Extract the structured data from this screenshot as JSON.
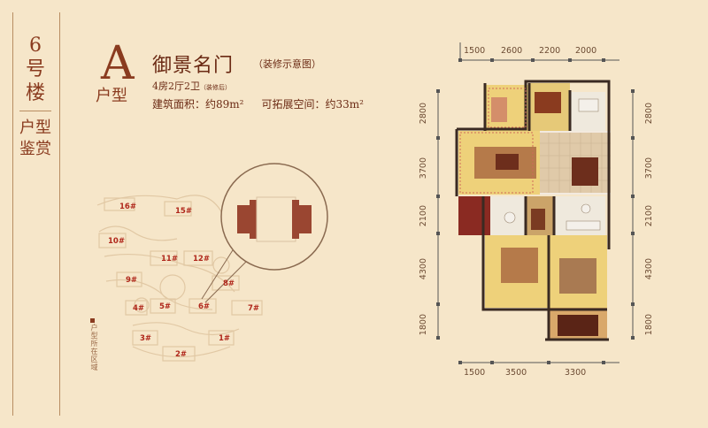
{
  "side": {
    "building": [
      "6",
      "号",
      "楼"
    ],
    "section": [
      "户型",
      "鉴赏"
    ]
  },
  "type_letter": "A",
  "type_word": "户型",
  "project_name": "御景名门",
  "project_note": "（装修示意图）",
  "rooms_text": "4房2厅2卫",
  "rooms_note": "（装修后）",
  "area_label": "建筑面积：约89m²",
  "expand_label": "可拓展空间：约33m²",
  "legend_text": "户型所在区域",
  "top_dims": [
    "1500",
    "2600",
    "2200",
    "2000"
  ],
  "bottom_dims": [
    "1500",
    "3500",
    "3300"
  ],
  "left_dims": [
    "2800",
    "3700",
    "2100",
    "4300",
    "1800"
  ],
  "right_dims": [
    "2800",
    "3700",
    "2100",
    "4300",
    "1800"
  ],
  "buildings": [
    "16#",
    "15#",
    "10#",
    "11#",
    "12#",
    "9#",
    "8#",
    "5#",
    "6#",
    "7#",
    "4#",
    "3#",
    "1#",
    "2#"
  ],
  "colors": {
    "accent": "#8a3b1f",
    "background": "#f6e6c9",
    "marker": "#b0271b"
  }
}
